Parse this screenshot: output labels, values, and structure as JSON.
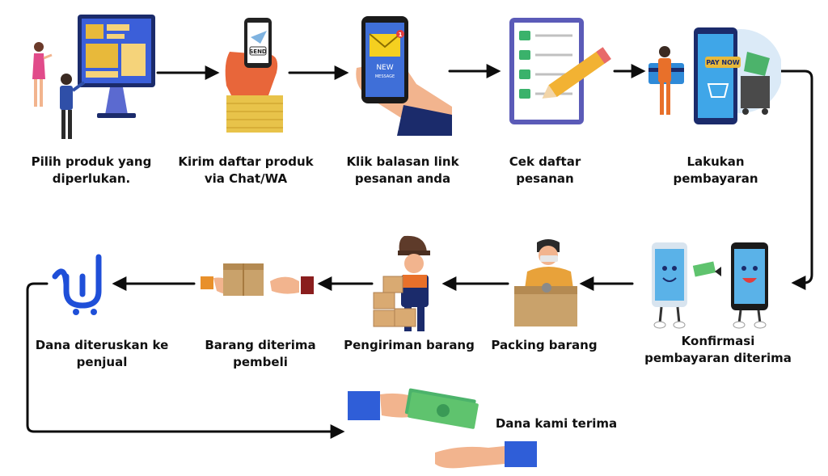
{
  "colors": {
    "arrow": "#0d0d0d",
    "brand_blue": "#1f4fd8",
    "navy": "#1b2b6b",
    "gold": "#e8b93a",
    "green": "#4cb36b",
    "orange": "#e8902a",
    "skin": "#f2b48e",
    "box": "#c9a26b"
  },
  "row1": [
    {
      "icon": "monitor-shopping-icon",
      "lines": [
        "Pilih produk yang",
        "diperlukan."
      ]
    },
    {
      "icon": "phone-send-icon",
      "lines": [
        "Kirim daftar produk",
        "via Chat/WA"
      ]
    },
    {
      "icon": "phone-new-message-icon",
      "lines": [
        "Klik balasan link",
        "pesanan anda"
      ],
      "icon_text": {
        "title": "NEW",
        "sub": "MESSAGE",
        "badge": "1"
      }
    },
    {
      "icon": "checklist-pencil-icon",
      "lines": [
        "Cek daftar",
        "pesanan"
      ]
    },
    {
      "icon": "pay-now-phone-icon",
      "lines": [
        "Lakukan",
        "pembayaran"
      ]
    }
  ],
  "row2": [
    {
      "icon": "brand-logo-icon",
      "lines": [
        "Dana diteruskan ke",
        "penjual"
      ]
    },
    {
      "icon": "parcel-handover-icon",
      "lines": [
        "Barang diterima",
        "pembeli"
      ]
    },
    {
      "icon": "delivery-courier-icon",
      "lines": [
        "Pengiriman barang"
      ]
    },
    {
      "icon": "packing-worker-icon",
      "lines": [
        "Packing barang"
      ]
    },
    {
      "icon": "phones-transfer-icon",
      "lines": [
        "Konfirmasi",
        "pembayaran diterima"
      ]
    }
  ],
  "bottom": {
    "icon": "cash-handover-icon",
    "label": "Dana kami terima"
  }
}
